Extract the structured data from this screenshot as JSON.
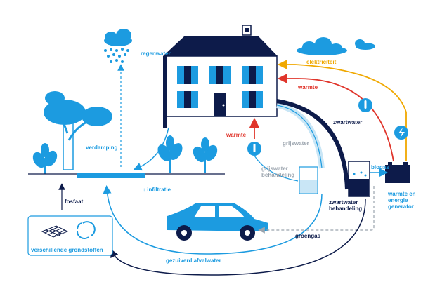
{
  "labels": {
    "regenwater": "regenwater",
    "verdamping": "verdamping",
    "infiltratie": "↓ infiltratie",
    "fosfaat": "fosfaat",
    "grondstoffen": "verschillende grondstoffen",
    "gezuiverd": "gezuiverd afvalwater",
    "groengas": "groengas",
    "elektriciteit": "elektriciteit",
    "warmte_top": "warmte",
    "warmte_left": "warmte",
    "zwartwater": "zwartwater",
    "grijswater": "grijswater",
    "grijswater_behandeling_1": "grijswater",
    "grijswater_behandeling_2": "behandeling",
    "zwartwater_behandeling_1": "zwartwater",
    "zwartwater_behandeling_2": "behandeling",
    "biogas": "biogas",
    "generator_1": "warmte en",
    "generator_2": "energie",
    "generator_3": "generator"
  },
  "colors": {
    "light_blue": "#1c9be0",
    "navy": "#0d1b4a",
    "red": "#e0352b",
    "orange": "#f0a800",
    "grey": "#9aa3ad",
    "pale_blue": "#c9e6f6"
  }
}
